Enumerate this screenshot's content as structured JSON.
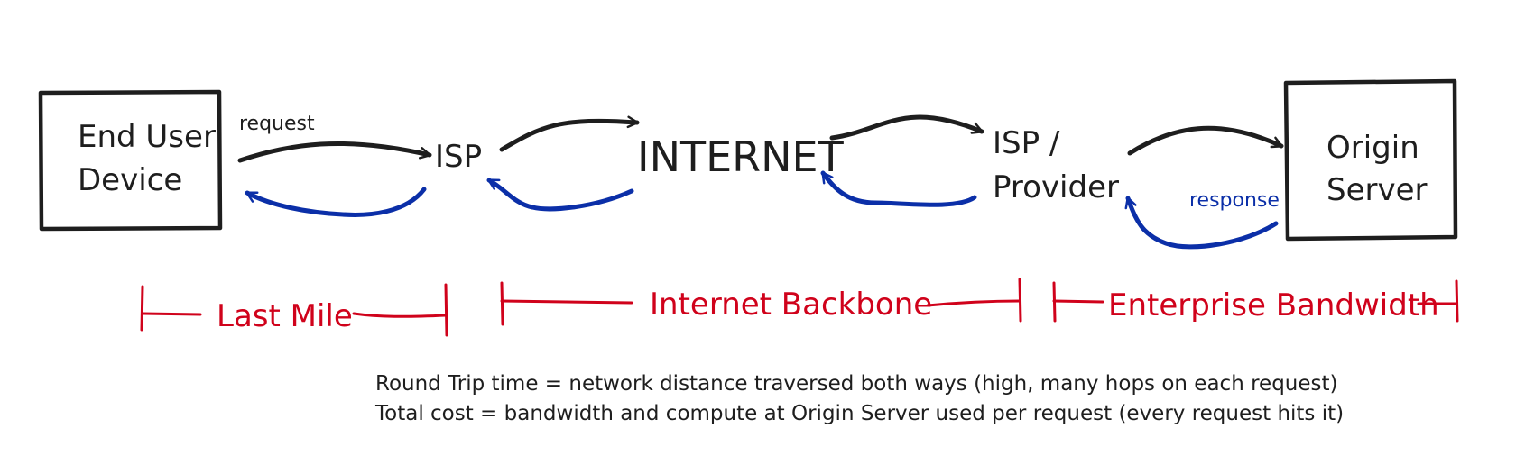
{
  "nodes": {
    "end_user": {
      "line1": "End User",
      "line2": "Device"
    },
    "isp": {
      "label": "ISP"
    },
    "internet": {
      "label": "INTERNET"
    },
    "isp_provider": {
      "line1": "ISP /",
      "line2": "Provider"
    },
    "origin": {
      "line1": "Origin",
      "line2": "Server"
    }
  },
  "flow_labels": {
    "request": "request",
    "response": "response"
  },
  "segments": {
    "last_mile": "Last Mile",
    "internet_backbone": "Internet Backbone",
    "enterprise_bandwidth": "Enterprise Bandwidth"
  },
  "notes": {
    "line1": "Round Trip time = network distance traversed both ways (high, many hops on each request)",
    "line2": "Total cost = bandwidth and compute at Origin Server used per request (every request hits it)"
  },
  "colors": {
    "ink": "#1e1e1e",
    "response": "#0b2fa8",
    "segment": "#d0021b"
  }
}
